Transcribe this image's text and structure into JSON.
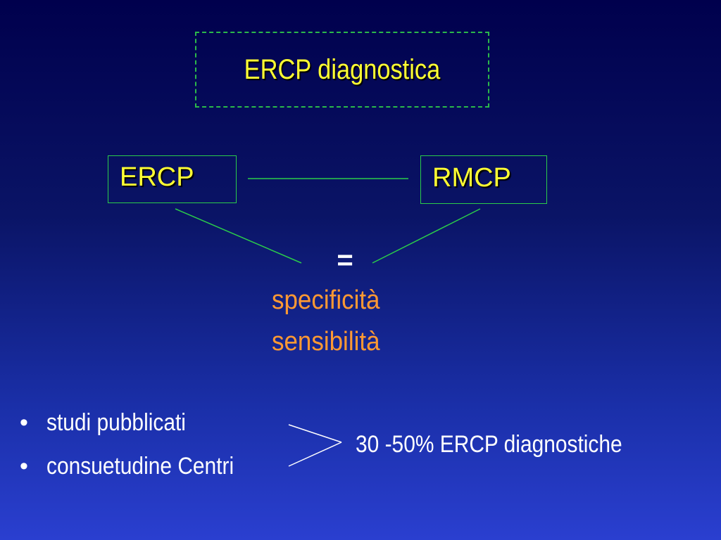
{
  "title": "ERCP diagnostica",
  "nodes": {
    "left": "ERCP",
    "right": "RMCP"
  },
  "comparison": {
    "symbol": "=",
    "metrics": [
      "specificità",
      "sensibilità"
    ]
  },
  "bullets": {
    "marker": "•",
    "items": [
      "studi pubblicati",
      "consuetudine Centri"
    ]
  },
  "result": "30 -50%  ERCP diagnostiche",
  "colors": {
    "background_top": "#00004d",
    "background_bottom": "#2a3fd0",
    "accent_green": "#2bcc4a",
    "title_yellow": "#ffff33",
    "metric_orange": "#ff9933",
    "text_white": "#ffffff"
  }
}
